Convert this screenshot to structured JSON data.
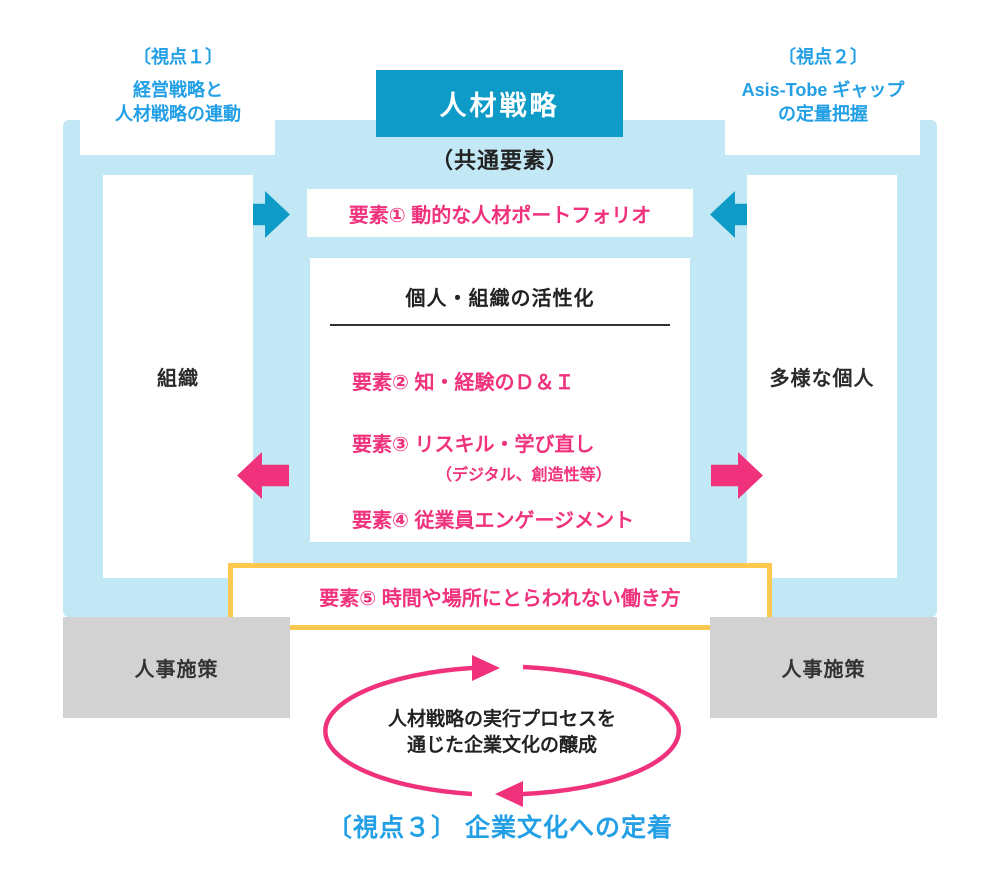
{
  "colors": {
    "teal_header": "#0e9bc7",
    "light_blue_bg": "#c3e8f5",
    "blue_text": "#229fe5",
    "pink_accent": "#f0327c",
    "yellow_border": "#fcc84f",
    "gray_box": "#d2d2d2",
    "dark_text": "#2b2b2b"
  },
  "strategy": {
    "title": "人材戦略",
    "subtitle": "（共通要素）"
  },
  "viewpoint1": {
    "label": "〔視点１〕",
    "line1": "経営戦略と",
    "line2": "人材戦略の連動"
  },
  "viewpoint2": {
    "label": "〔視点２〕",
    "line1": "Asis-Tobe ギャップ",
    "line2": "の定量把握"
  },
  "viewpoint3": {
    "text": "〔視点３〕 企業文化への定着"
  },
  "elements": {
    "e1": "要素① 動的な人材ポートフォリオ",
    "e5": "要素⑤ 時間や場所にとらわれない働き方"
  },
  "center_box": {
    "title": "個人・組織の活性化",
    "e2": "要素② 知・経験のＤ＆Ｉ",
    "e3": "要素③ リスキル・学び直し",
    "e3_note": "（デジタル、創造性等）",
    "e4": "要素④ 従業員エンゲージメント"
  },
  "side_boxes": {
    "left": "組織",
    "right": "多様な個人"
  },
  "hr_boxes": {
    "left": "人事施策",
    "right": "人事施策"
  },
  "cycle": {
    "line1": "人材戦略の実行プロセスを",
    "line2": "通じた企業文化の醸成"
  }
}
